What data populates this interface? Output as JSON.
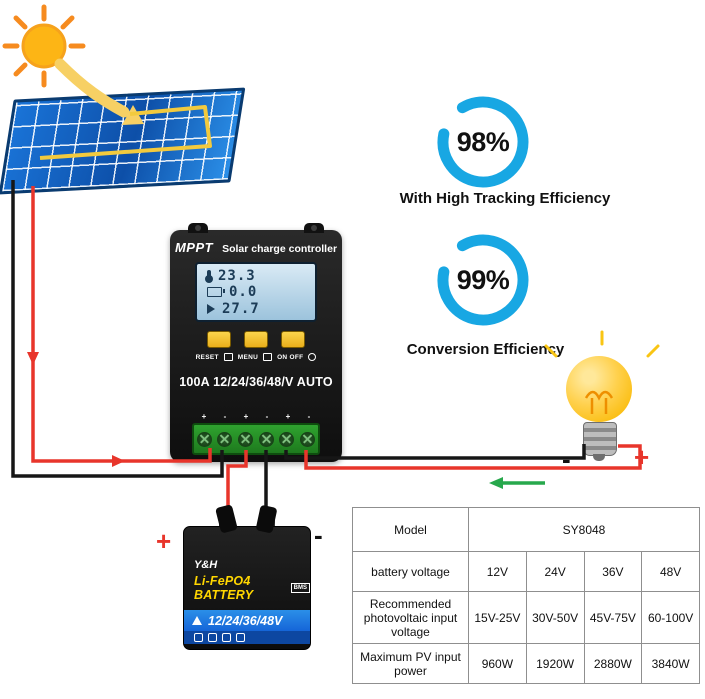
{
  "colors": {
    "accent_blue": "#18A7E3",
    "wire_red": "#E8352B",
    "wire_black": "#161616",
    "panel_blue": "#0F5FC0",
    "sun_yellow": "#FDB515",
    "bulb_yellow": "#FFC93C",
    "battery_stripe_blue": "#1565D8",
    "green_arrow": "#27A84C",
    "terminal_green": "#1E7A1E"
  },
  "controller": {
    "brand": "MPPT",
    "title": "Solar charge controller",
    "lcd": {
      "row1": "23.3",
      "row2": "0.0",
      "row3": "27.7"
    },
    "button_labels": [
      "RESET",
      "MENU",
      "ON OFF"
    ],
    "rating": "100A 12/24/36/48/V AUTO",
    "terminal_marks": [
      "+",
      "-",
      "+",
      "-",
      "+",
      "-"
    ]
  },
  "efficiency": {
    "tracking": {
      "value": "98%",
      "caption": "With High Tracking Efficiency"
    },
    "conversion": {
      "value": "99%",
      "caption": "Conversion Efficiency"
    }
  },
  "bulb": {
    "minus": "-",
    "plus": "+"
  },
  "battery": {
    "brand": "Y&H",
    "product": "Li-FePO4 BATTERY",
    "badge": "BMS",
    "stripe": "12/24/36/48V",
    "plus": "+",
    "minus": "-"
  },
  "spec_table": {
    "rows": [
      {
        "label": "Model",
        "merged": "SY8048"
      },
      {
        "label": "battery voltage",
        "values": [
          "12V",
          "24V",
          "36V",
          "48V"
        ]
      },
      {
        "label": "Recommended photovoltaic input voltage",
        "values": [
          "15V-25V",
          "30V-50V",
          "45V-75V",
          "60-100V"
        ]
      },
      {
        "label": "Maximum PV input power",
        "values": [
          "960W",
          "1920W",
          "2880W",
          "3840W"
        ]
      }
    ]
  }
}
